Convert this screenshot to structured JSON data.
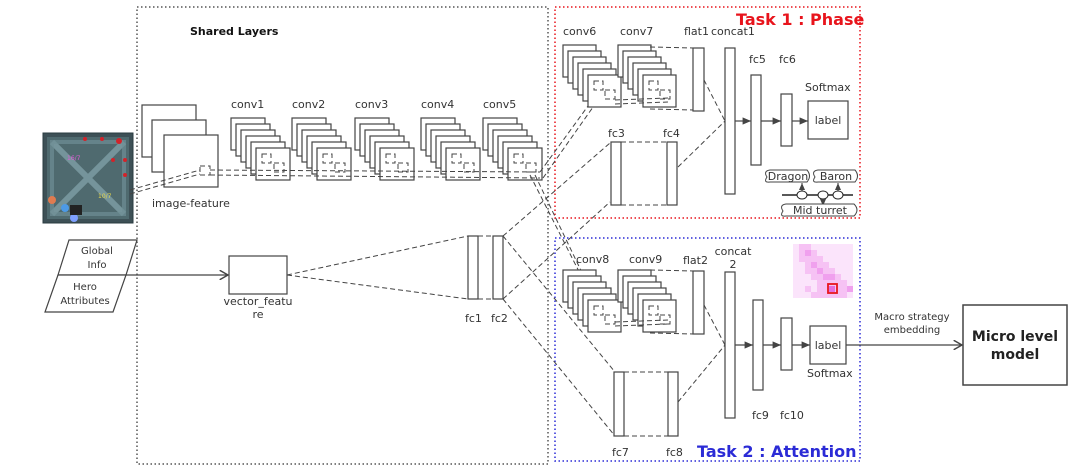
{
  "figure": {
    "shared_layers_title": "Shared Layers",
    "inputs": {
      "minimap_icon": "game-minimap-image",
      "global_info": [
        "Global",
        "Info"
      ],
      "hero_attributes": [
        "Hero",
        "Attributes"
      ]
    },
    "shared": {
      "image_feature_label": "image-feature",
      "vector_feature_label": [
        "vector_featu",
        "re"
      ],
      "conv_layers": [
        "conv1",
        "conv2",
        "conv3",
        "conv4",
        "conv5"
      ],
      "fc_layers": [
        "fc1",
        "fc2"
      ]
    },
    "task1": {
      "title": "Task 1 : Phase",
      "color": "#e8141c",
      "conv_layers": [
        "conv6",
        "conv7"
      ],
      "flat_label": "flat1",
      "concat_label": "concat1",
      "fc_side": [
        "fc3",
        "fc4"
      ],
      "fc_head": [
        "fc5",
        "fc6"
      ],
      "softmax_label": "Softmax",
      "output_label": "label",
      "phase_events": {
        "top": [
          "Dragon",
          "Baron"
        ],
        "bottom": "Mid turret"
      }
    },
    "task2": {
      "title": "Task 2 : Attention",
      "color": "#2b2bd6",
      "conv_layers": [
        "conv8",
        "conv9"
      ],
      "flat_label": "flat2",
      "concat_label": [
        "concat",
        "2"
      ],
      "fc_side": [
        "fc7",
        "fc8"
      ],
      "fc_head": [
        "fc9",
        "fc10"
      ],
      "softmax_label": "Softmax",
      "output_label": "label",
      "heatmap_icon": "attention-heatmap"
    },
    "output": {
      "edge_label": [
        "Macro strategy",
        "embedding"
      ],
      "model_label": [
        "Micro level",
        "model"
      ]
    }
  }
}
